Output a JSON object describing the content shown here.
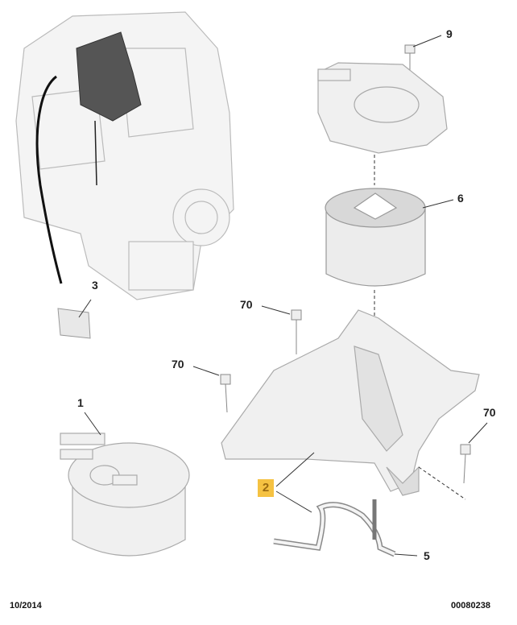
{
  "callouts": {
    "part_9": "9",
    "part_6": "6",
    "part_3": "3",
    "part_70_a": "70",
    "part_70_b": "70",
    "part_70_c": "70",
    "part_1": "1",
    "part_2": "2",
    "part_5": "5"
  },
  "footer": {
    "date": "10/2014",
    "reference": "00080238"
  },
  "colors": {
    "highlight": "#f5c242",
    "line": "#333333",
    "part_fill": "#f2f2f2"
  }
}
